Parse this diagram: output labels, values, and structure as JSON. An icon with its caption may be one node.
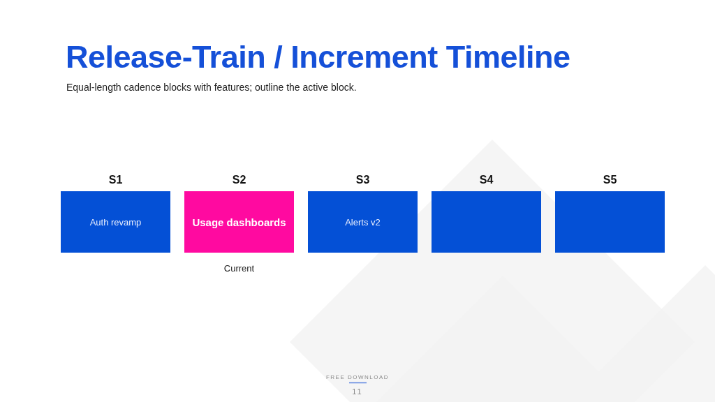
{
  "diagram": {
    "title": "Release-Train / Increment Timeline",
    "caption": "Equal-length cadence blocks with features; outline the active block.",
    "nodes": [
      {
        "text": [
          "S1",
          "Auth revamp"
        ]
      },
      {
        "text": [
          "S2",
          "Usage dashboards"
        ],
        "beside": [
          "Current"
        ]
      },
      {
        "text": [
          "S3",
          "Alerts v2"
        ]
      },
      {
        "text": [
          "S4"
        ]
      },
      {
        "text": [
          "S5"
        ]
      }
    ],
    "labels": [
      "FREE DOWNLOAD",
      "11"
    ]
  }
}
